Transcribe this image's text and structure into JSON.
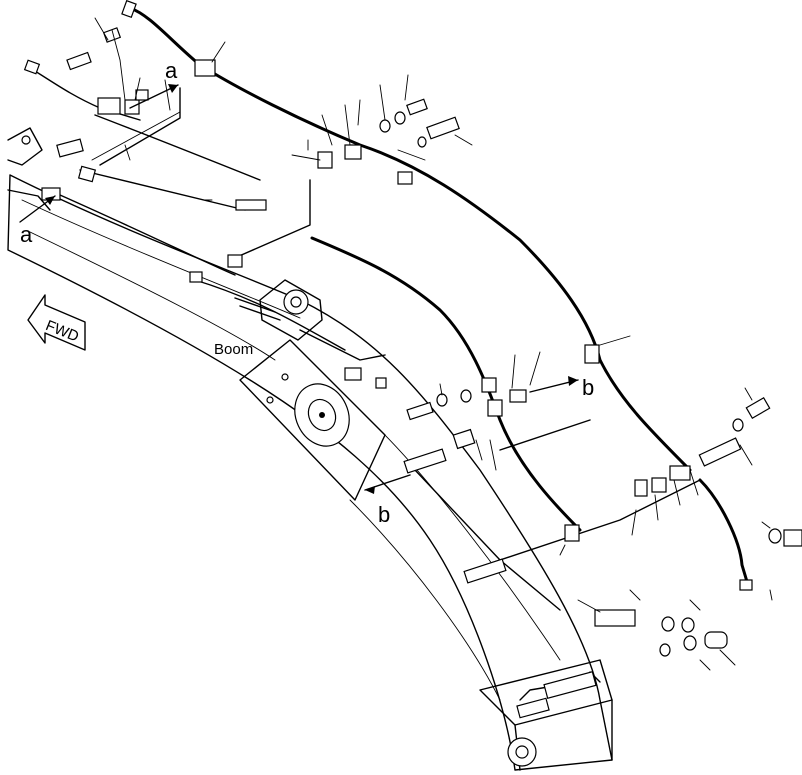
{
  "labels": {
    "ref_a_upper": "a",
    "ref_a_lower": "a",
    "ref_b_right": "b",
    "ref_b_lower": "b",
    "boom": "Boom",
    "fwd_arrow": "FWD"
  },
  "colors": {
    "line": "#000000",
    "background": "#ffffff"
  }
}
